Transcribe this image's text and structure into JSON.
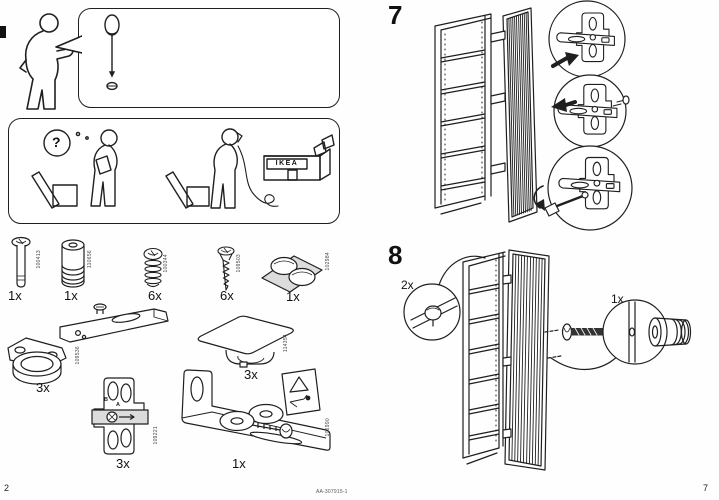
{
  "steps": {
    "step7": {
      "number": "7"
    },
    "step8": {
      "number": "8",
      "dowel_qty": "2x",
      "knob_qty": "1x"
    }
  },
  "parts": {
    "screw_long": {
      "id": "100413",
      "qty": "1x"
    },
    "knob_cylinder": {
      "id": "110656",
      "qty": "1x"
    },
    "euro_screw": {
      "id": "100344",
      "qty": "6x"
    },
    "wood_screw": {
      "id": "109503",
      "qty": "6x"
    },
    "bumper_plate": {
      "id": "102984",
      "qty": "1x"
    },
    "hinge": {
      "id": "109536",
      "qty": "3x"
    },
    "cover_cap": {
      "id": "114354",
      "qty": "3x"
    },
    "mounting_plate": {
      "id": "109221",
      "qty": "3x",
      "letter_b": "B",
      "letter_a": "A"
    },
    "bracket_kit": {
      "id": "106990",
      "qty": "1x"
    }
  },
  "help": {
    "question_mark": "?",
    "ikea_sign": "IKEA"
  },
  "footer": {
    "page_left": "2",
    "doc_code": "AA-307915-1",
    "page_right": "7"
  },
  "icons": {
    "screwdriver": "screwdriver-icon",
    "question_mark": "question-mark-icon",
    "ikea_store": "ikea-store-icon",
    "warning_triangle": "warning-triangle-icon",
    "arrows": "direction-arrow-icon"
  },
  "colors": {
    "line": "#1f1f1f",
    "paper": "#fefefe",
    "shade": "#dcdcdc"
  }
}
